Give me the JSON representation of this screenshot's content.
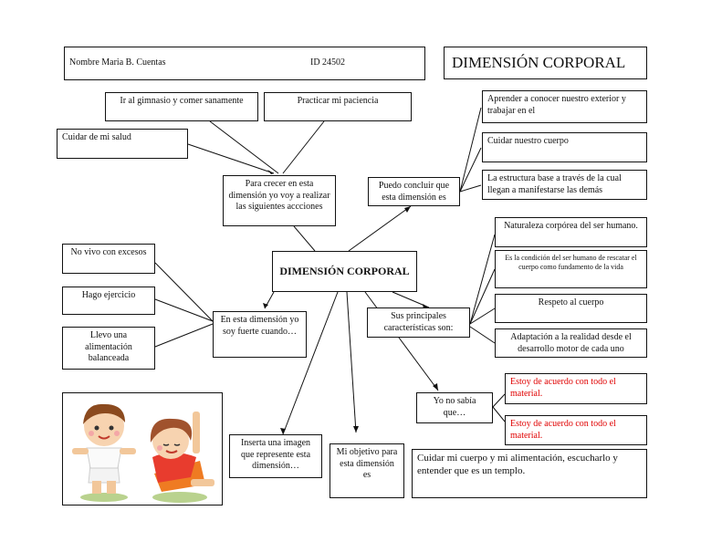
{
  "header": {
    "student": "Nombre Maria B. Cuentas",
    "id": "ID 24502",
    "title": "DIMENSIÓN CORPORAL"
  },
  "central": "DIMENSIÓN CORPORAL",
  "grow": {
    "label": "Para crecer en esta dimensión yo voy a realizar las siguientes accciones",
    "items": [
      "Ir al gimnasio y comer sanamente",
      "Practicar mi paciencia",
      "Cuidar de mi salud"
    ]
  },
  "conclude": {
    "label": "Puedo concluir que esta dimensión es",
    "items": [
      "Aprender a conocer nuestro exterior y trabajar en el",
      "Cuidar nuestro cuerpo",
      "La estructura base a través de la cual llegan a manifestarse las demás"
    ]
  },
  "strong": {
    "label": "En esta dimensión yo soy fuerte cuando…",
    "items": [
      "No vivo con excesos",
      "Hago ejercicio",
      "Llevo una alimentación balanceada"
    ]
  },
  "traits": {
    "label": "Sus principales características son:",
    "items": [
      "Naturaleza corpórea del ser humano.",
      "Es la condición del ser humano de rescatar el cuerpo como fundamento de la vida",
      "Respeto al cuerpo",
      "Adaptación a la realidad desde el desarrollo motor de cada uno"
    ]
  },
  "didnt_know": {
    "label": "Yo no sabía que…",
    "items": [
      "Estoy de acuerdo con todo el material.",
      "Estoy de acuerdo con todo el material."
    ]
  },
  "image_prompt": "Inserta una imagen que represente esta dimensión…",
  "objective": {
    "label": "Mi objetivo para esta dimensión es",
    "answer": "Cuidar mi cuerpo y mi alimentación, escucharlo y entender que es un templo."
  },
  "colors": {
    "red_text": "#e00000",
    "border": "#111111"
  }
}
